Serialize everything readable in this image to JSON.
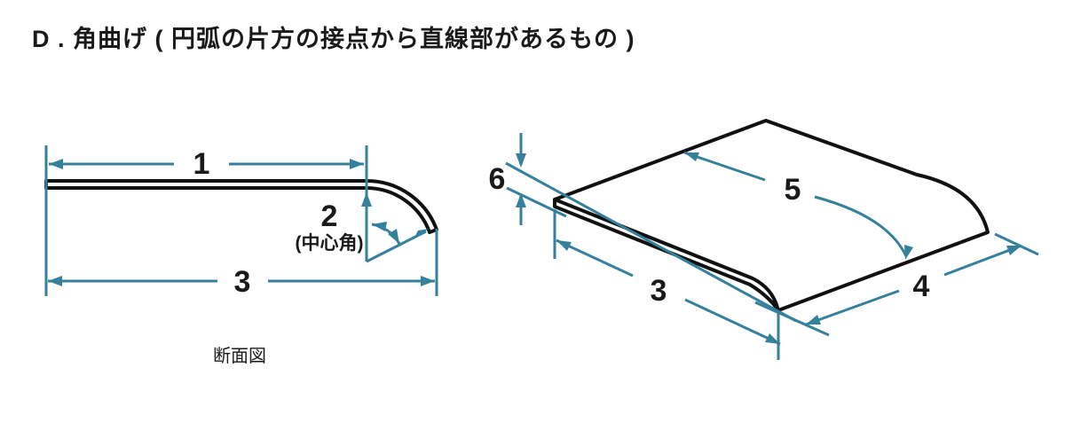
{
  "title": "D . 角曲げ ( 円弧の片方の接点から直線部があるもの )",
  "accent_color": "#35809B",
  "line_color": "#111111",
  "cross_section": {
    "caption": "断面図",
    "dim_straight": "1",
    "dim_angle": "2",
    "dim_angle_note": "(中心角)",
    "dim_total": "3"
  },
  "iso_view": {
    "dim_total": "3",
    "dim_width": "4",
    "dim_developed": "5",
    "dim_thickness": "6"
  }
}
